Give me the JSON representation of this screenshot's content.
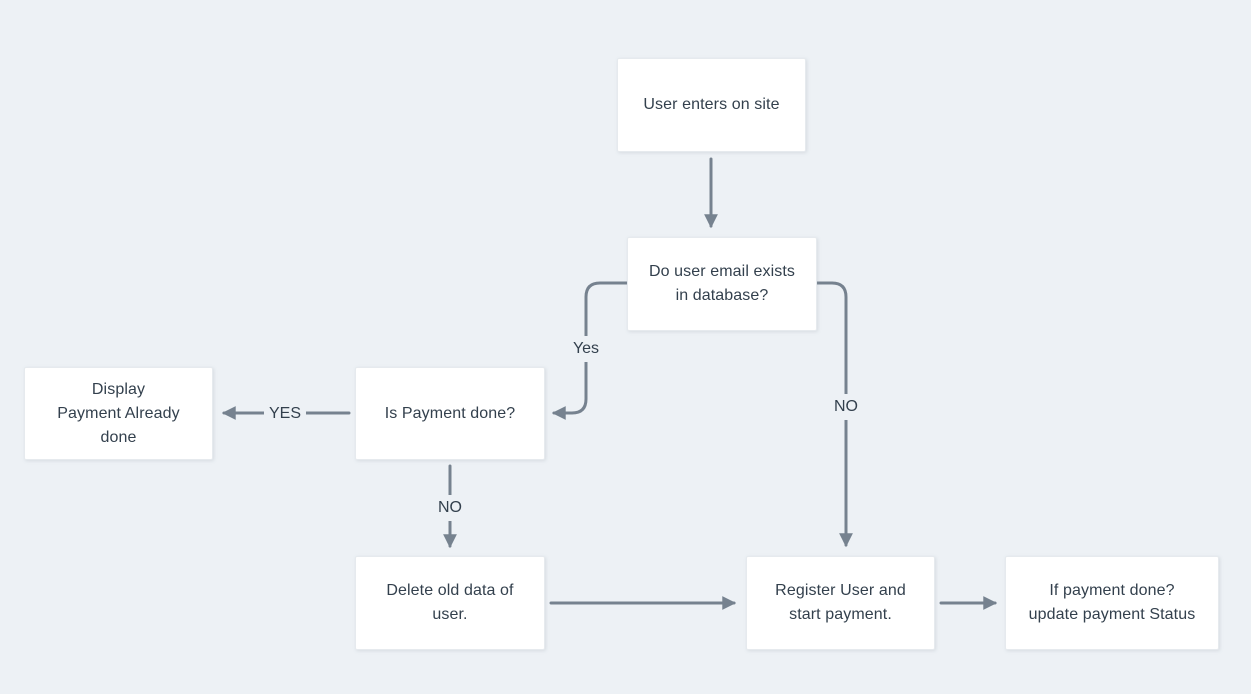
{
  "diagram": {
    "type": "flowchart",
    "colors": {
      "background": "#edf1f5",
      "node_fill": "#ffffff",
      "connector": "#76828f",
      "text": "#33404d"
    },
    "nodes": [
      {
        "id": "user-enters",
        "label": "User enters on site"
      },
      {
        "id": "email-exists",
        "label": "Do user email exists\nin database?"
      },
      {
        "id": "display-payment-done",
        "label": "Display\nPayment Already\ndone"
      },
      {
        "id": "is-payment-done",
        "label": "Is Payment done?"
      },
      {
        "id": "delete-old-data",
        "label": "Delete old data of\nuser."
      },
      {
        "id": "register-user",
        "label": "Register User and\nstart payment."
      },
      {
        "id": "update-payment-status",
        "label": "If payment done?\nupdate payment Status"
      }
    ],
    "edges": [
      {
        "id": "enter-to-email-check",
        "label": ""
      },
      {
        "id": "email-yes-to-payment-check",
        "label": "Yes"
      },
      {
        "id": "payment-yes-to-display",
        "label": "YES"
      },
      {
        "id": "payment-no-to-delete",
        "label": "NO"
      },
      {
        "id": "email-no-to-register",
        "label": "NO"
      },
      {
        "id": "delete-to-register",
        "label": ""
      },
      {
        "id": "register-to-update",
        "label": ""
      }
    ]
  }
}
